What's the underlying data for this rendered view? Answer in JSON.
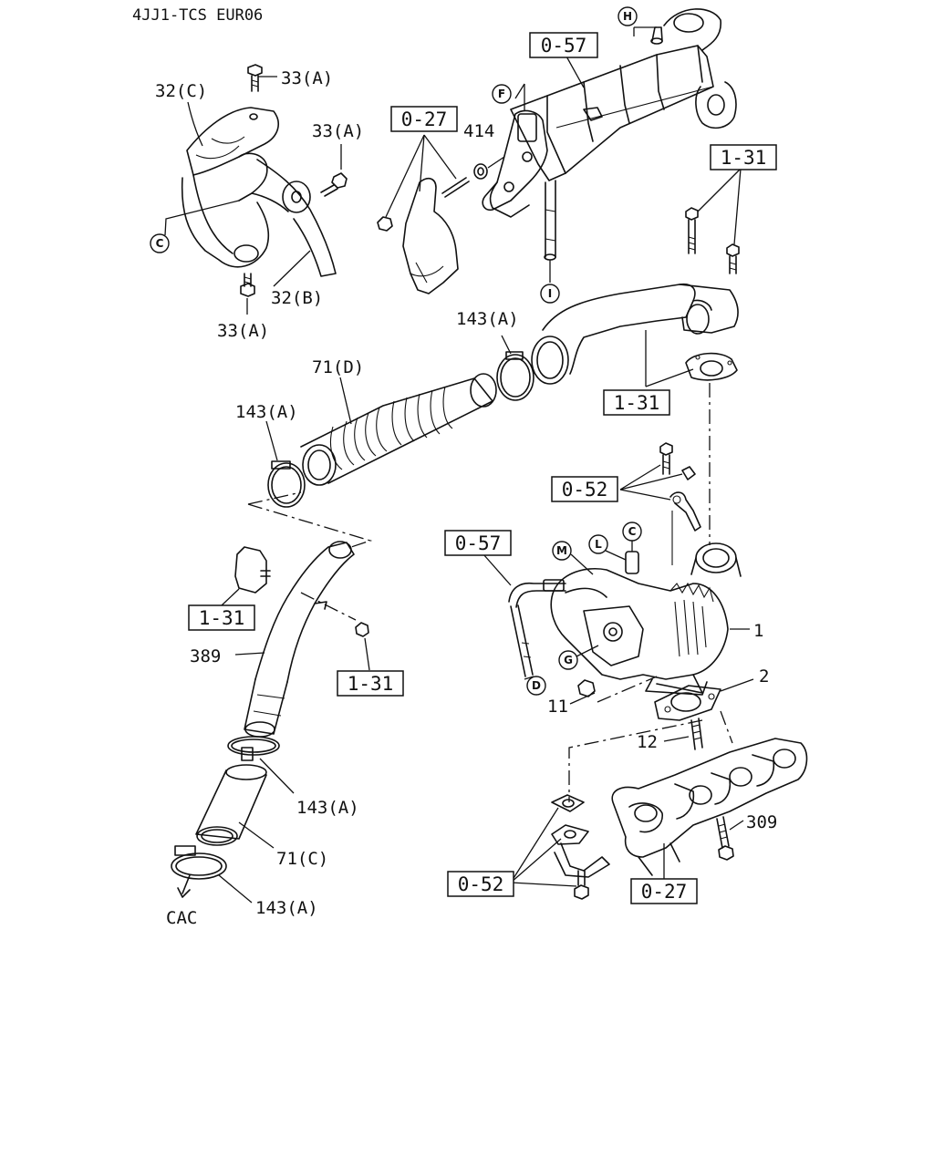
{
  "title": "4JJ1-TCS EUR06",
  "part_labels": {
    "p33a_top": "33(A)",
    "p33a_mid": "33(A)",
    "p33a_bot": "33(A)",
    "p32c": "32(C)",
    "p32b": "32(B)",
    "p414": "414",
    "p143a_top": "143(A)",
    "p143a_left": "143(A)",
    "p143a_mid": "143(A)",
    "p143a_bot": "143(A)",
    "p71d": "71(D)",
    "p71c": "71(C)",
    "p389": "389",
    "p1": "1",
    "p2": "2",
    "p11": "11",
    "p12": "12",
    "p309": "309",
    "cac": "CAC"
  },
  "ref_boxes": {
    "r057_top": "0-57",
    "r027_top": "0-27",
    "r131_right": "1-31",
    "r131_mid": "1-31",
    "r052_mid": "0-52",
    "r057_mid": "0-57",
    "r131_left": "1-31",
    "r131_left2": "1-31",
    "r052_bot": "0-52",
    "r027_bot": "0-27"
  },
  "circle_markers": {
    "h": "H",
    "f": "F",
    "c_left": "C",
    "i": "I",
    "c_turbo": "C",
    "m": "M",
    "l": "L",
    "g": "G",
    "d": "D"
  }
}
